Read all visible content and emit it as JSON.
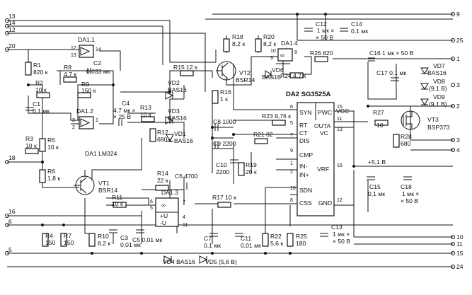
{
  "terminals": {
    "left": [
      "13",
      "14",
      "12",
      "20",
      "18",
      "16",
      "6",
      "5"
    ],
    "right": [
      "9",
      "25",
      "1",
      "3",
      "2",
      "3",
      "4",
      "10",
      "11",
      "15",
      "24"
    ]
  },
  "da2": {
    "title": "DA2 SG3525A",
    "pins": {
      "syn": "SYN",
      "pwc": "PWC",
      "vcc": "VCC",
      "rt": "RT",
      "ct": "CT",
      "dis": "DIS",
      "outa": "OUTA",
      "vc": "VC",
      "cmp": "CMP",
      "inm": "IN-",
      "inp": "IN+",
      "vrf": "VRF",
      "sdn": "SDN",
      "css": "CSS",
      "gnd": "GND"
    },
    "pin_numbers": [
      "6",
      "5",
      "7",
      "9",
      "1",
      "2",
      "8",
      "10",
      "15",
      "11",
      "13",
      "16",
      "12"
    ]
  },
  "opamps": {
    "da11": "DA1.1",
    "da12": "DA1.2",
    "da13": "DA1.3",
    "da14": "DA1.4",
    "model": "DA1 LM324",
    "pins11": [
      "12",
      "13",
      "14"
    ],
    "pins12": [
      "3",
      "2",
      "1"
    ],
    "pins13": [
      "6",
      "5",
      "7",
      "4",
      "11"
    ],
    "pins14": [
      "10",
      "9",
      "8"
    ],
    "supply_plus": "+U",
    "supply_minus": "-U",
    "inf": "∞"
  },
  "transistors": {
    "vt1": "VT1",
    "vt1_type": "BSR14",
    "vt2": "VT2",
    "vt2_type": "BSR14",
    "vt3": "VT3",
    "vt3_type": "BSP373"
  },
  "resistors": {
    "r1": "R1",
    "r1_v": "820 к",
    "r2": "R2",
    "r2_v": "10 к",
    "r3": "R3",
    "r3_v": "10 к",
    "r5": "R5",
    "r5_v": "10 к",
    "r6": "R6",
    "r6_v": "1,8 к",
    "r8": "R8",
    "r8_v": "4,7 к",
    "r9": "R9",
    "r9_v": "150 к",
    "r12": "R12",
    "r12_v": "680 к",
    "r13": "R13",
    "r13_v": "10 к",
    "r15": "R15 12 к",
    "r14": "R14",
    "r14_v": "22 к",
    "r11": "R11",
    "r11_v": "10 к",
    "r16": "R16",
    "r16_v": "1 к",
    "r17": "R17 10 к",
    "r18": "R18",
    "r18_v": "8,2 к",
    "r20": "R20",
    "r20_v": "8,2 к",
    "r21": "R21 82",
    "r23": "R23 9,76 к",
    "r24": "R24 4,7 к",
    "r26": "R26 820",
    "r19": "R19",
    "r19_v": "20 к",
    "r22": "R22",
    "r22_v": "5,6 к",
    "r25": "R25",
    "r25_v": "180",
    "r27": "R27",
    "r27_v": "10",
    "r28": "R28",
    "r28_v": "680",
    "r4": "R4",
    "r4_v": "150",
    "r7": "R7",
    "r7_v": "150",
    "r10": "R10",
    "r10_v": "8,2 к"
  },
  "capacitors": {
    "c1": "C1",
    "c1_v": "0,1 мк",
    "c2": "C2",
    "c2_v": "0,033 мк",
    "c3": "C3",
    "c3_v": "0,01 мк",
    "c4": "C4",
    "c4_v1": "4,7 мк ×",
    "c4_v2": "× 25 В",
    "c5": "C5 0,01 мк",
    "c6": "C6 4700",
    "c7": "C7",
    "c7_v": "0,1 мк",
    "c8": "C8 1000",
    "c9": "C9 2200",
    "c10": "C10",
    "c10_v": "2200",
    "c11": "C11",
    "c11_v": "0,01 мк",
    "c12": "C12",
    "c12_v1": "1 мк ×",
    "c12_v2": "× 50 В",
    "c13": "C13",
    "c13_v1": "1 мк ×",
    "c13_v2": "× 50 В",
    "c14": "C14",
    "c14_v": "0,1 мк",
    "c15": "C15",
    "c15_v": "0,1 мк",
    "c16": "C16 1 мк × 50 В",
    "c17": "C17 0,1 мк",
    "c18": "C18",
    "c18_v1": "1 мк ×",
    "c18_v2": "× 50 В"
  },
  "diodes": {
    "vd1": "VD1",
    "vd1_t": "BAS16",
    "vd2": "VD2",
    "vd2_t": "BAS16",
    "vd3": "VD3",
    "vd3_t": "BAS16",
    "vd4": "VD4 BAS16",
    "vd5": "VD5 (5,6 В)",
    "vd6": "VD6",
    "vd6_t": "BAS16",
    "vd7": "VD7",
    "vd7_t": "BAS16",
    "vd8": "VD8",
    "vd8_t": "(9,1 В)",
    "vd9": "VD9",
    "vd9_t": "(9,1 В)"
  },
  "rail": "+5,1 В"
}
